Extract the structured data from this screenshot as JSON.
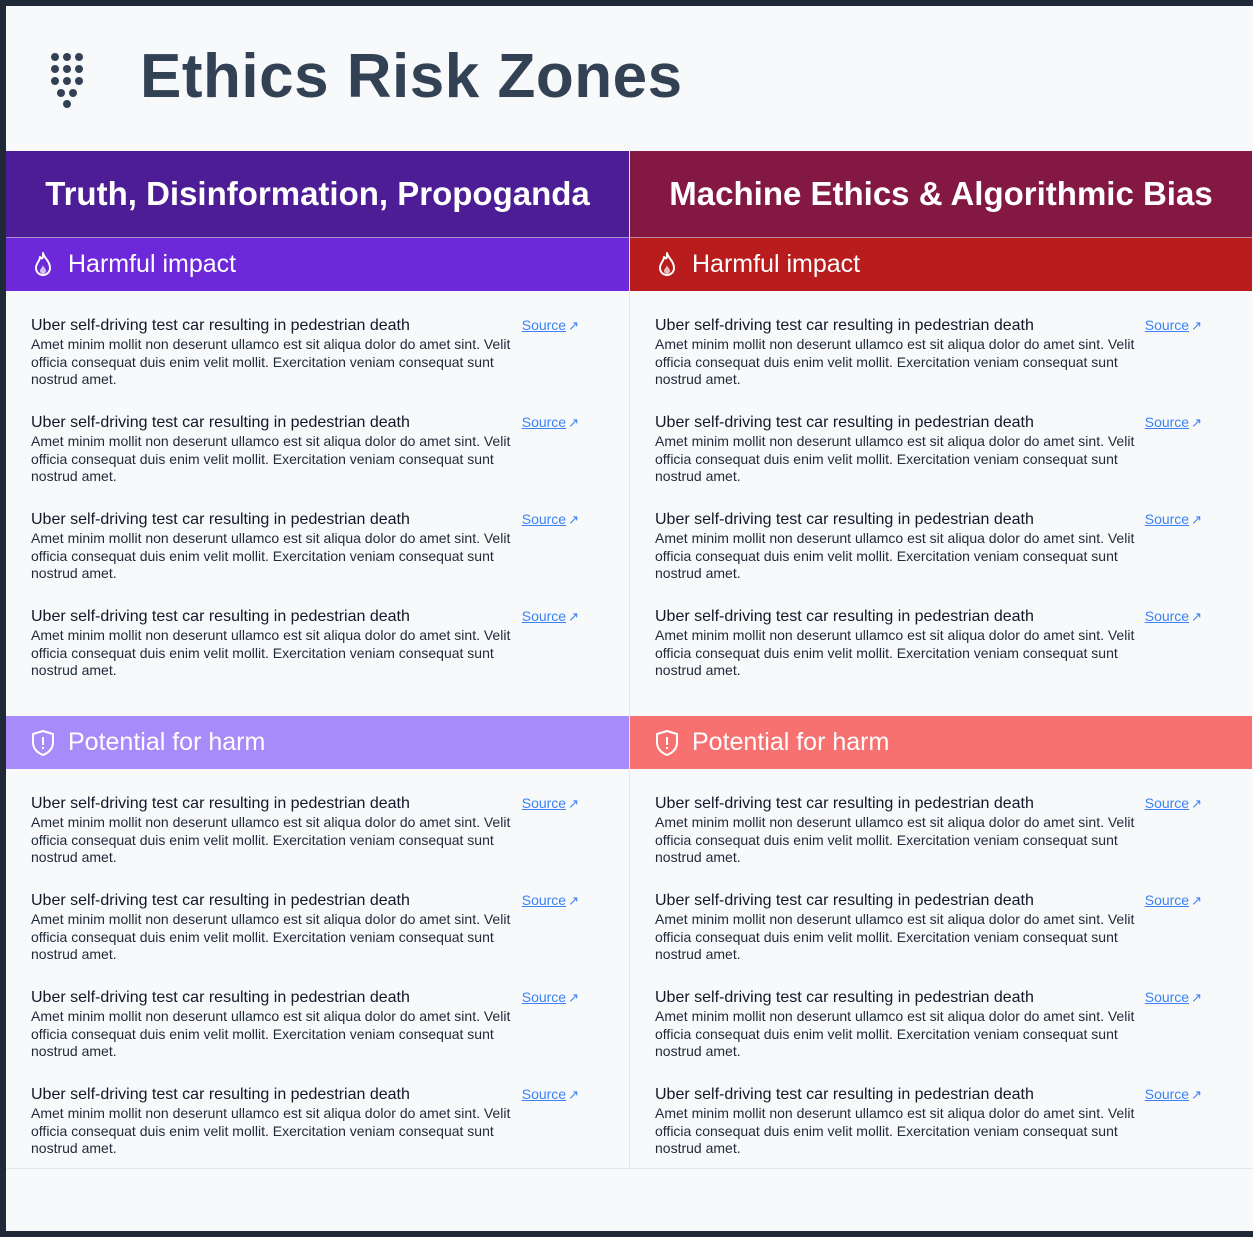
{
  "page": {
    "title": "Ethics Risk Zones",
    "logo_icon": "dotted-funnel-logo-icon"
  },
  "colors": {
    "title_text": "#334155",
    "col1_header": "#4c1d95",
    "col1_harmful": "#6d28d9",
    "col1_potential": "#a78bfa",
    "col2_header": "#831843",
    "col2_harmful": "#b91c1c",
    "col2_potential": "#f87171",
    "link": "#3b82f6"
  },
  "columns": [
    {
      "title": "Truth, Disinformation, Propoganda",
      "sections": [
        {
          "label": "Harmful impact",
          "icon": "flame-icon",
          "items": [
            {
              "title": "Uber self-driving test car resulting in pedestrian death",
              "body": "Amet minim mollit non deserunt ullamco est sit aliqua dolor do amet sint. Velit officia consequat duis enim velit mollit. Exercitation veniam consequat sunt nostrud amet.",
              "link": "Source"
            },
            {
              "title": "Uber self-driving test car resulting in pedestrian death",
              "body": "Amet minim mollit non deserunt ullamco est sit aliqua dolor do amet sint. Velit officia consequat duis enim velit mollit. Exercitation veniam consequat sunt nostrud amet.",
              "link": "Source"
            },
            {
              "title": "Uber self-driving test car resulting in pedestrian death",
              "body": "Amet minim mollit non deserunt ullamco est sit aliqua dolor do amet sint. Velit officia consequat duis enim velit mollit. Exercitation veniam consequat sunt nostrud amet.",
              "link": "Source"
            },
            {
              "title": "Uber self-driving test car resulting in pedestrian death",
              "body": "Amet minim mollit non deserunt ullamco est sit aliqua dolor do amet sint. Velit officia consequat duis enim velit mollit. Exercitation veniam consequat sunt nostrud amet.",
              "link": "Source"
            }
          ]
        },
        {
          "label": "Potential for harm",
          "icon": "shield-alert-icon",
          "items": [
            {
              "title": "Uber self-driving test car resulting in pedestrian death",
              "body": "Amet minim mollit non deserunt ullamco est sit aliqua dolor do amet sint. Velit officia consequat duis enim velit mollit. Exercitation veniam consequat sunt nostrud amet.",
              "link": "Source"
            },
            {
              "title": "Uber self-driving test car resulting in pedestrian death",
              "body": "Amet minim mollit non deserunt ullamco est sit aliqua dolor do amet sint. Velit officia consequat duis enim velit mollit. Exercitation veniam consequat sunt nostrud amet.",
              "link": "Source"
            },
            {
              "title": "Uber self-driving test car resulting in pedestrian death",
              "body": "Amet minim mollit non deserunt ullamco est sit aliqua dolor do amet sint. Velit officia consequat duis enim velit mollit. Exercitation veniam consequat sunt nostrud amet.",
              "link": "Source"
            },
            {
              "title": "Uber self-driving test car resulting in pedestrian death",
              "body": "Amet minim mollit non deserunt ullamco est sit aliqua dolor do amet sint. Velit officia consequat duis enim velit mollit. Exercitation veniam consequat sunt nostrud amet.",
              "link": "Source"
            }
          ]
        }
      ]
    },
    {
      "title": "Machine Ethics & Algorithmic Bias",
      "sections": [
        {
          "label": "Harmful impact",
          "icon": "flame-icon",
          "items": [
            {
              "title": "Uber self-driving test car resulting in pedestrian death",
              "body": "Amet minim mollit non deserunt ullamco est sit aliqua dolor do amet sint. Velit officia consequat duis enim velit mollit. Exercitation veniam consequat sunt nostrud amet.",
              "link": "Source"
            },
            {
              "title": "Uber self-driving test car resulting in pedestrian death",
              "body": "Amet minim mollit non deserunt ullamco est sit aliqua dolor do amet sint. Velit officia consequat duis enim velit mollit. Exercitation veniam consequat sunt nostrud amet.",
              "link": "Source"
            },
            {
              "title": "Uber self-driving test car resulting in pedestrian death",
              "body": "Amet minim mollit non deserunt ullamco est sit aliqua dolor do amet sint. Velit officia consequat duis enim velit mollit. Exercitation veniam consequat sunt nostrud amet.",
              "link": "Source"
            },
            {
              "title": "Uber self-driving test car resulting in pedestrian death",
              "body": "Amet minim mollit non deserunt ullamco est sit aliqua dolor do amet sint. Velit officia consequat duis enim velit mollit. Exercitation veniam consequat sunt nostrud amet.",
              "link": "Source"
            }
          ]
        },
        {
          "label": "Potential for harm",
          "icon": "shield-alert-icon",
          "items": [
            {
              "title": "Uber self-driving test car resulting in pedestrian death",
              "body": "Amet minim mollit non deserunt ullamco est sit aliqua dolor do amet sint. Velit officia consequat duis enim velit mollit. Exercitation veniam consequat sunt nostrud amet.",
              "link": "Source"
            },
            {
              "title": "Uber self-driving test car resulting in pedestrian death",
              "body": "Amet minim mollit non deserunt ullamco est sit aliqua dolor do amet sint. Velit officia consequat duis enim velit mollit. Exercitation veniam consequat sunt nostrud amet.",
              "link": "Source"
            },
            {
              "title": "Uber self-driving test car resulting in pedestrian death",
              "body": "Amet minim mollit non deserunt ullamco est sit aliqua dolor do amet sint. Velit officia consequat duis enim velit mollit. Exercitation veniam consequat sunt nostrud amet.",
              "link": "Source"
            },
            {
              "title": "Uber self-driving test car resulting in pedestrian death",
              "body": "Amet minim mollit non deserunt ullamco est sit aliqua dolor do amet sint. Velit officia consequat duis enim velit mollit. Exercitation veniam consequat sunt nostrud amet.",
              "link": "Source"
            }
          ]
        }
      ]
    }
  ]
}
